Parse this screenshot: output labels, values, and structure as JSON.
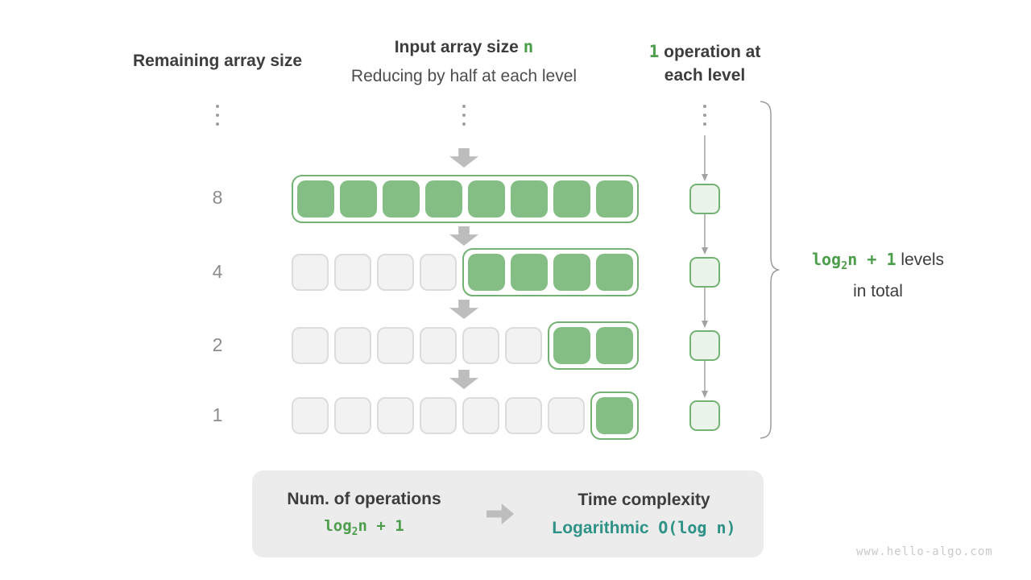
{
  "colors": {
    "green_fill": "#85be85",
    "green_border": "#74b274",
    "green_text": "#4c9e4c",
    "light_green_fill": "#eaf4ea",
    "gray_fill": "#f2f2f2",
    "gray_border": "#dcdcdc",
    "arrow_gray": "#bdbdbd",
    "line_gray": "#a2a2a2",
    "text_dark": "#3d3d3d",
    "text_gray": "#8c8c8c",
    "teal": "#2f9287",
    "watermark": "#c9c9c9",
    "box_bg": "#ececec"
  },
  "headers": {
    "left": "Remaining array size",
    "center_title": "Input array size ",
    "center_n": "n",
    "center_subtitle": "Reducing by half at each level",
    "right_num": "1",
    "right_line1": " operation at",
    "right_line2": "each level"
  },
  "rows": [
    {
      "label": "8",
      "total": 8,
      "highlighted": 8
    },
    {
      "label": "4",
      "total": 8,
      "highlighted": 4
    },
    {
      "label": "2",
      "total": 8,
      "highlighted": 2
    },
    {
      "label": "1",
      "total": 8,
      "highlighted": 1
    }
  ],
  "levels_note": {
    "formula_log": "log",
    "formula_sub": "2",
    "formula_rest": "n + 1",
    "line1_rest": " levels",
    "line2": "in total"
  },
  "summary": {
    "left_title": "Num. of operations",
    "formula_log": "log",
    "formula_sub": "2",
    "formula_rest": "n + 1",
    "right_title": "Time complexity",
    "complexity_word": "Logarithmic",
    "complexity_big_o": "O(log n)"
  },
  "watermark": "www.hello-algo.com"
}
